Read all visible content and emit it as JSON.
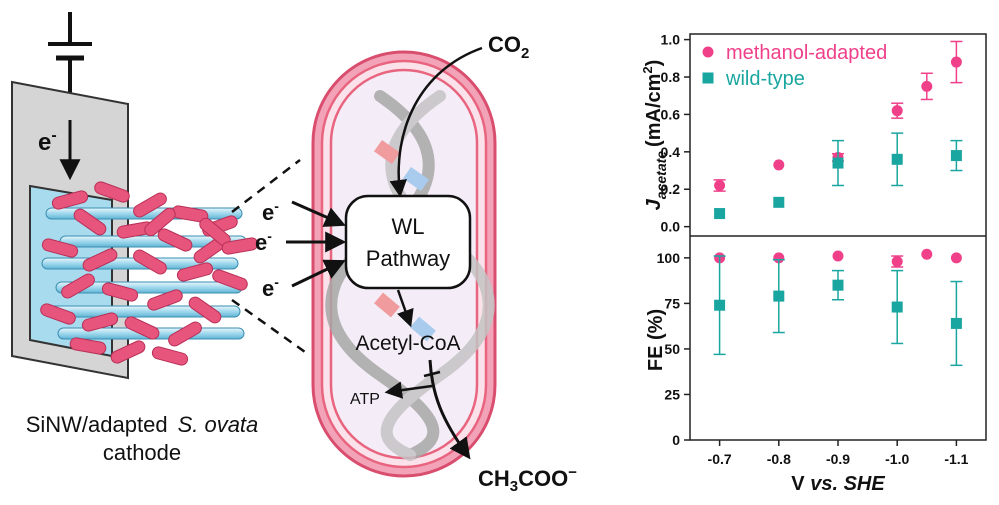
{
  "schematic": {
    "electron_label": "e",
    "electron_superscript": "-",
    "caption_line1_a": "SiNW/adapted",
    "caption_line1_b": "S. ovata",
    "caption_line2": "cathode"
  },
  "cell": {
    "co2_main": "CO",
    "co2_sub": "2",
    "pathway_line1": "WL",
    "pathway_line2": "Pathway",
    "acetyl_coa": "Acetyl-CoA",
    "atp": "ATP",
    "product_a": "CH",
    "product_sub": "3",
    "product_b": "COO",
    "product_sup": "−"
  },
  "colors": {
    "methanol_adapted": "#f0408a",
    "wild_type": "#1aa6a0",
    "cell_wall": "#e8647f",
    "nanowire": "#9fd8ec"
  },
  "chart_data": [
    {
      "type": "scatter",
      "title": "",
      "xlabel": "V vs. SHE",
      "ylabel_main": "J",
      "ylabel_sub": "acetate",
      "ylabel_unit": "(mA/cm",
      "ylabel_unit_sup": "2",
      "ylabel_unit_end": ")",
      "ylim": [
        -0.05,
        1.03
      ],
      "yticks": [
        0.0,
        0.2,
        0.4,
        0.6,
        0.8,
        1.0
      ],
      "ytick_labels": [
        "0.0",
        "0.2",
        "0.4",
        "0.6",
        "0.8",
        "1.0"
      ],
      "legend_position": "top-left",
      "series": [
        {
          "name": "methanol-adapted",
          "marker": "circle",
          "x": [
            -0.7,
            -0.8,
            -0.9,
            -1.0,
            -1.05,
            -1.1
          ],
          "y": [
            0.22,
            0.33,
            0.37,
            0.62,
            0.75,
            0.88
          ],
          "err": [
            0.03,
            0.0,
            0.02,
            0.04,
            0.07,
            0.11
          ]
        },
        {
          "name": "wild-type",
          "marker": "square",
          "x": [
            -0.7,
            -0.8,
            -0.9,
            -1.0,
            -1.1
          ],
          "y": [
            0.07,
            0.13,
            0.34,
            0.36,
            0.38
          ],
          "err": [
            0.0,
            0.0,
            0.12,
            0.14,
            0.08
          ]
        }
      ]
    },
    {
      "type": "scatter",
      "title": "",
      "xlabel": "V vs. SHE",
      "ylabel": "FE (%)",
      "ylim": [
        0,
        112
      ],
      "yticks": [
        0,
        25,
        50,
        75,
        100
      ],
      "ytick_labels": [
        "0",
        "25",
        "50",
        "75",
        "100"
      ],
      "xticks": [
        -0.7,
        -0.8,
        -0.9,
        -1.0,
        -1.1
      ],
      "xtick_labels": [
        "-0.7",
        "-0.8",
        "-0.9",
        "-1.0",
        "-1.1"
      ],
      "series": [
        {
          "name": "methanol-adapted",
          "marker": "circle",
          "x": [
            -0.7,
            -0.8,
            -0.9,
            -1.0,
            -1.05,
            -1.1
          ],
          "y": [
            100,
            100,
            101,
            98,
            102,
            100
          ],
          "err": [
            0,
            0,
            0,
            3,
            0,
            0
          ]
        },
        {
          "name": "wild-type",
          "marker": "square",
          "x": [
            -0.7,
            -0.8,
            -0.9,
            -1.0,
            -1.1
          ],
          "y": [
            74,
            79,
            85,
            73,
            64
          ],
          "err": [
            27,
            20,
            8,
            20,
            23
          ]
        }
      ]
    }
  ]
}
